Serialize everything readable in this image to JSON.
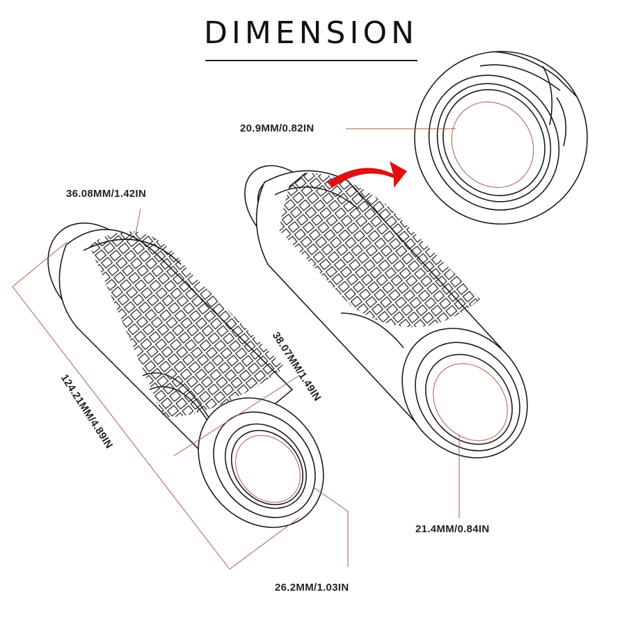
{
  "title": "DIMENSION",
  "colors": {
    "outline": "#1a1a1a",
    "dimension_line": "#b05a48",
    "arrow": "#e01010",
    "background": "#ffffff"
  },
  "labels": {
    "inner_small_end": "20.9MM/0.82IN",
    "outer_collar": "36.08MM/1.42IN",
    "outer_end": "38.07MM/1.49IN",
    "length": "124.21MM/4.89IN",
    "inner_large_end": "21.4MM/0.84IN",
    "inner_front": "26.2MM/1.03IN"
  }
}
